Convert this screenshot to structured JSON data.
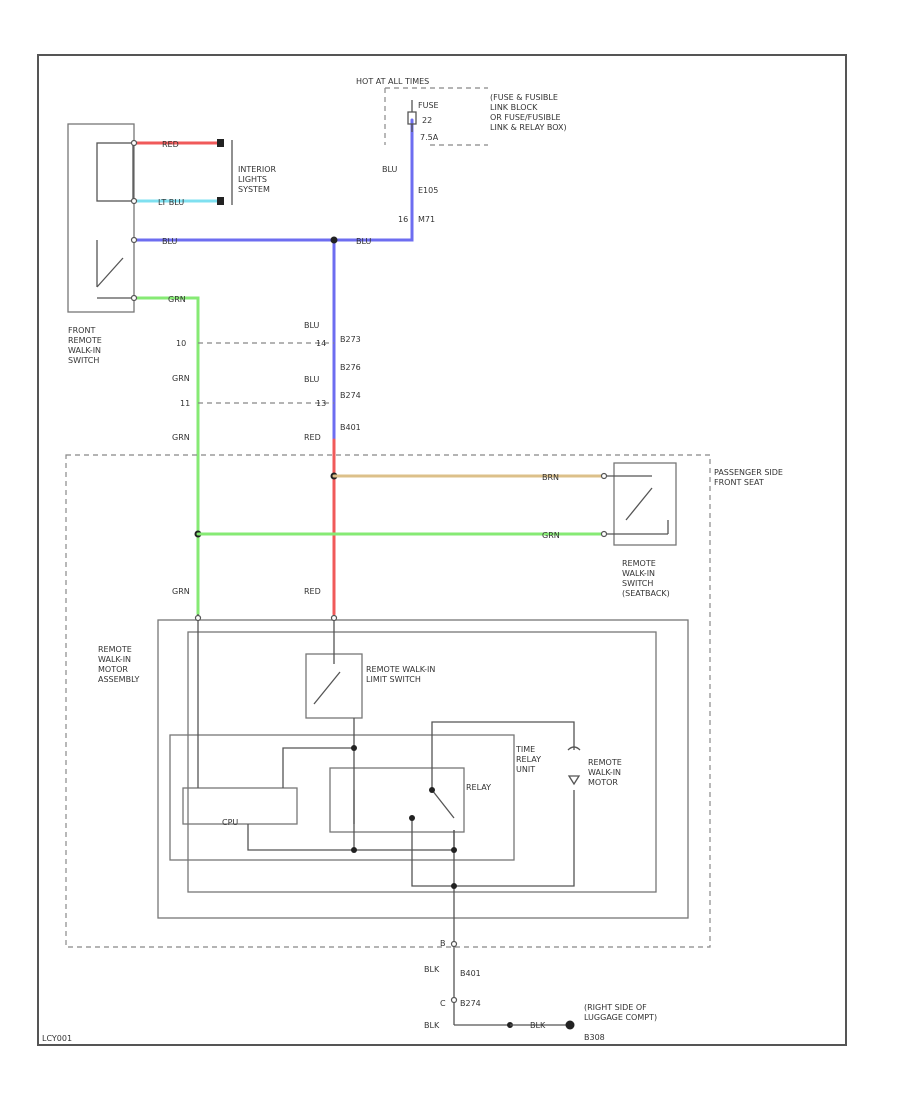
{
  "colors": {
    "red": "#f05a5a",
    "lt_blu": "#7fe0f0",
    "blu": "#6d6df0",
    "grn": "#86ea74",
    "brn": "#dcc08a",
    "blk": "#555555"
  },
  "labels": {
    "hot_at_all_times": "HOT AT ALL TIMES",
    "fuse": "FUSE",
    "fuse_num": "22",
    "fuse_amp": "7.5A",
    "fuse_block": "(FUSE & FUSIBLE\nLINK BLOCK\nOR FUSE/FUSIBLE\nLINK & RELAY BOX)",
    "blu_top": "BLU",
    "e105": "E105",
    "m71": "M71",
    "m71_pin": "16",
    "interior_lights": "INTERIOR\nLIGHTS\nSYSTEM",
    "red_wire": "RED",
    "lt_blu_wire": "LT BLU",
    "blu_wire_left": "BLU",
    "blu_wire_right": "BLU",
    "grn_wire_top": "GRN",
    "front_switch": "FRONT\nREMOTE\nWALK-IN\nSWITCH",
    "blu_b273": "BLU",
    "b273": "B273",
    "b276": "B276",
    "blu_b274": "BLU",
    "b274": "B274",
    "pin_10": "10",
    "pin_14": "14",
    "pin_11": "11",
    "pin_13": "13",
    "grn_left_1": "GRN",
    "grn_left_2": "GRN",
    "red_b401": "RED",
    "b401": "B401",
    "passenger_seat": "PASSENGER SIDE\nFRONT SEAT",
    "brn_wire": "BRN",
    "grn_wire_mid": "GRN",
    "remote_switch_seatback": "REMOTE\nWALK-IN\nSWITCH\n(SEATBACK)",
    "grn_bottom": "GRN",
    "red_bottom": "RED",
    "motor_assembly": "REMOTE\nWALK-IN\nMOTOR\nASSEMBLY",
    "limit_switch": "REMOTE WALK-IN\nLIMIT SWITCH",
    "time_relay": "TIME\nRELAY\nUNIT",
    "relay": "RELAY",
    "coil": "CPU",
    "motor": "REMOTE\nWALK-IN\nMOTOR",
    "pin_b": "B",
    "blk_wire_1": "BLK",
    "b401_lower": "B401",
    "pin_c": "C",
    "b274_lower": "B274",
    "blk_wire_2": "BLK",
    "blk_wire_3": "BLK",
    "ground_loc": "(RIGHT SIDE OF\nLUGGAGE COMPT)",
    "ground_code": "B308",
    "diagram_id": "LCY001"
  }
}
